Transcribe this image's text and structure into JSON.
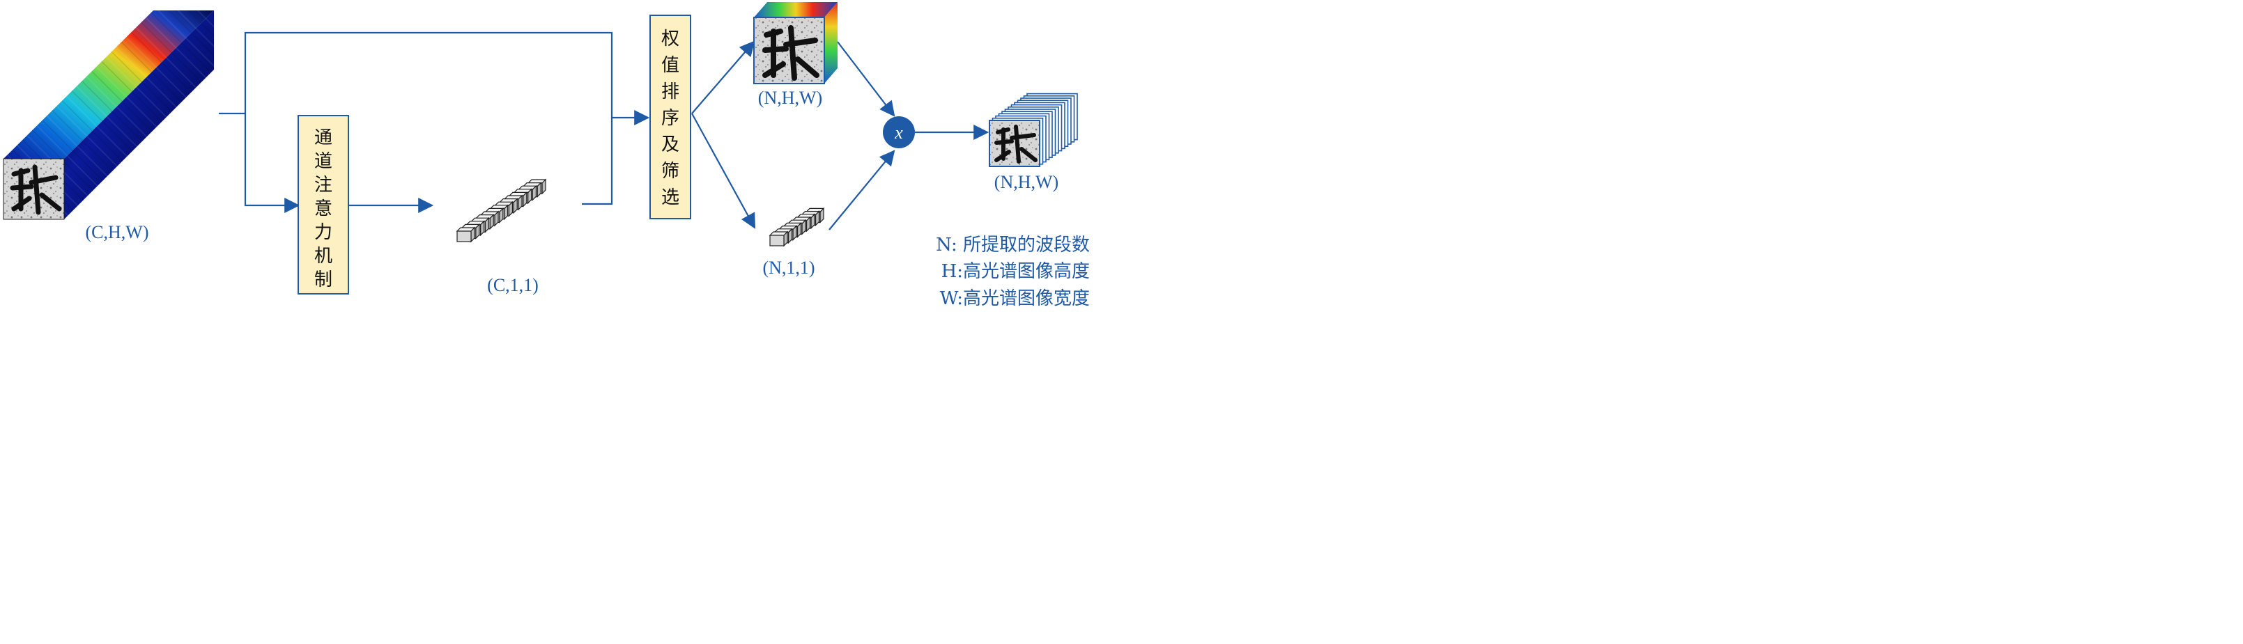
{
  "input_label": "(C,H,W)",
  "attention_box": {
    "chars": [
      "通",
      "道",
      "注",
      "意",
      "力",
      "机",
      "制"
    ]
  },
  "channel_weights_label": "(C,1,1)",
  "sort_box": {
    "chars": [
      "权",
      "值",
      "排",
      "序",
      "及",
      "筛",
      "选"
    ]
  },
  "selected_cube_label": "(N,H,W)",
  "selected_weights_label": "(N,1,1)",
  "multiply_symbol": "x",
  "output_label": "(N,H,W)",
  "legend": {
    "n": "N: 所提取的波段数",
    "h": "H:高光谱图像高度",
    "w": "W:高光谱图像宽度"
  },
  "colors": {
    "line": "#1f5aa6",
    "box_fill": "#fdf0c2",
    "node_fill": "#1f5aa6"
  }
}
